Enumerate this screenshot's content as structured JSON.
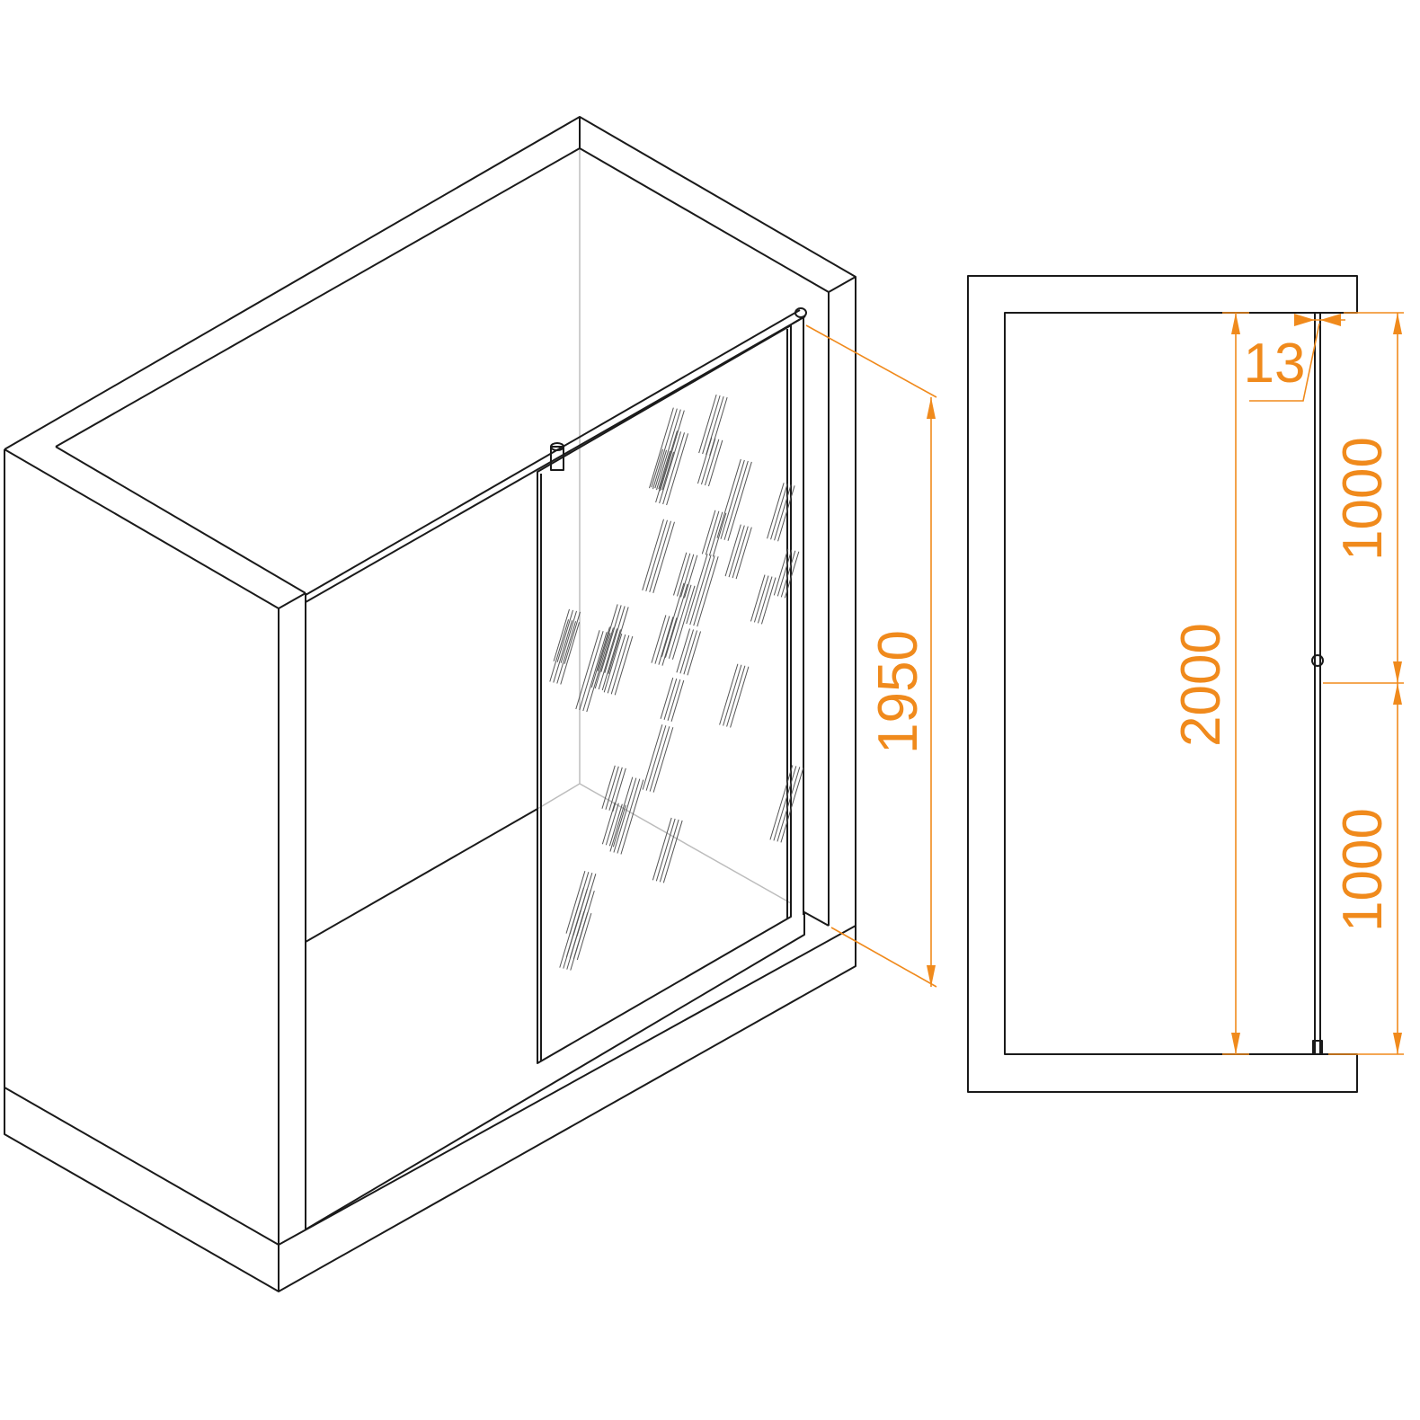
{
  "colors": {
    "dimension": "#f08a1c",
    "outline": "#1a1a1a"
  },
  "dimensions": {
    "glass_height": "1950",
    "total_width": "2000",
    "upper_segment": "1000",
    "lower_segment": "1000",
    "glass_thickness": "13"
  }
}
